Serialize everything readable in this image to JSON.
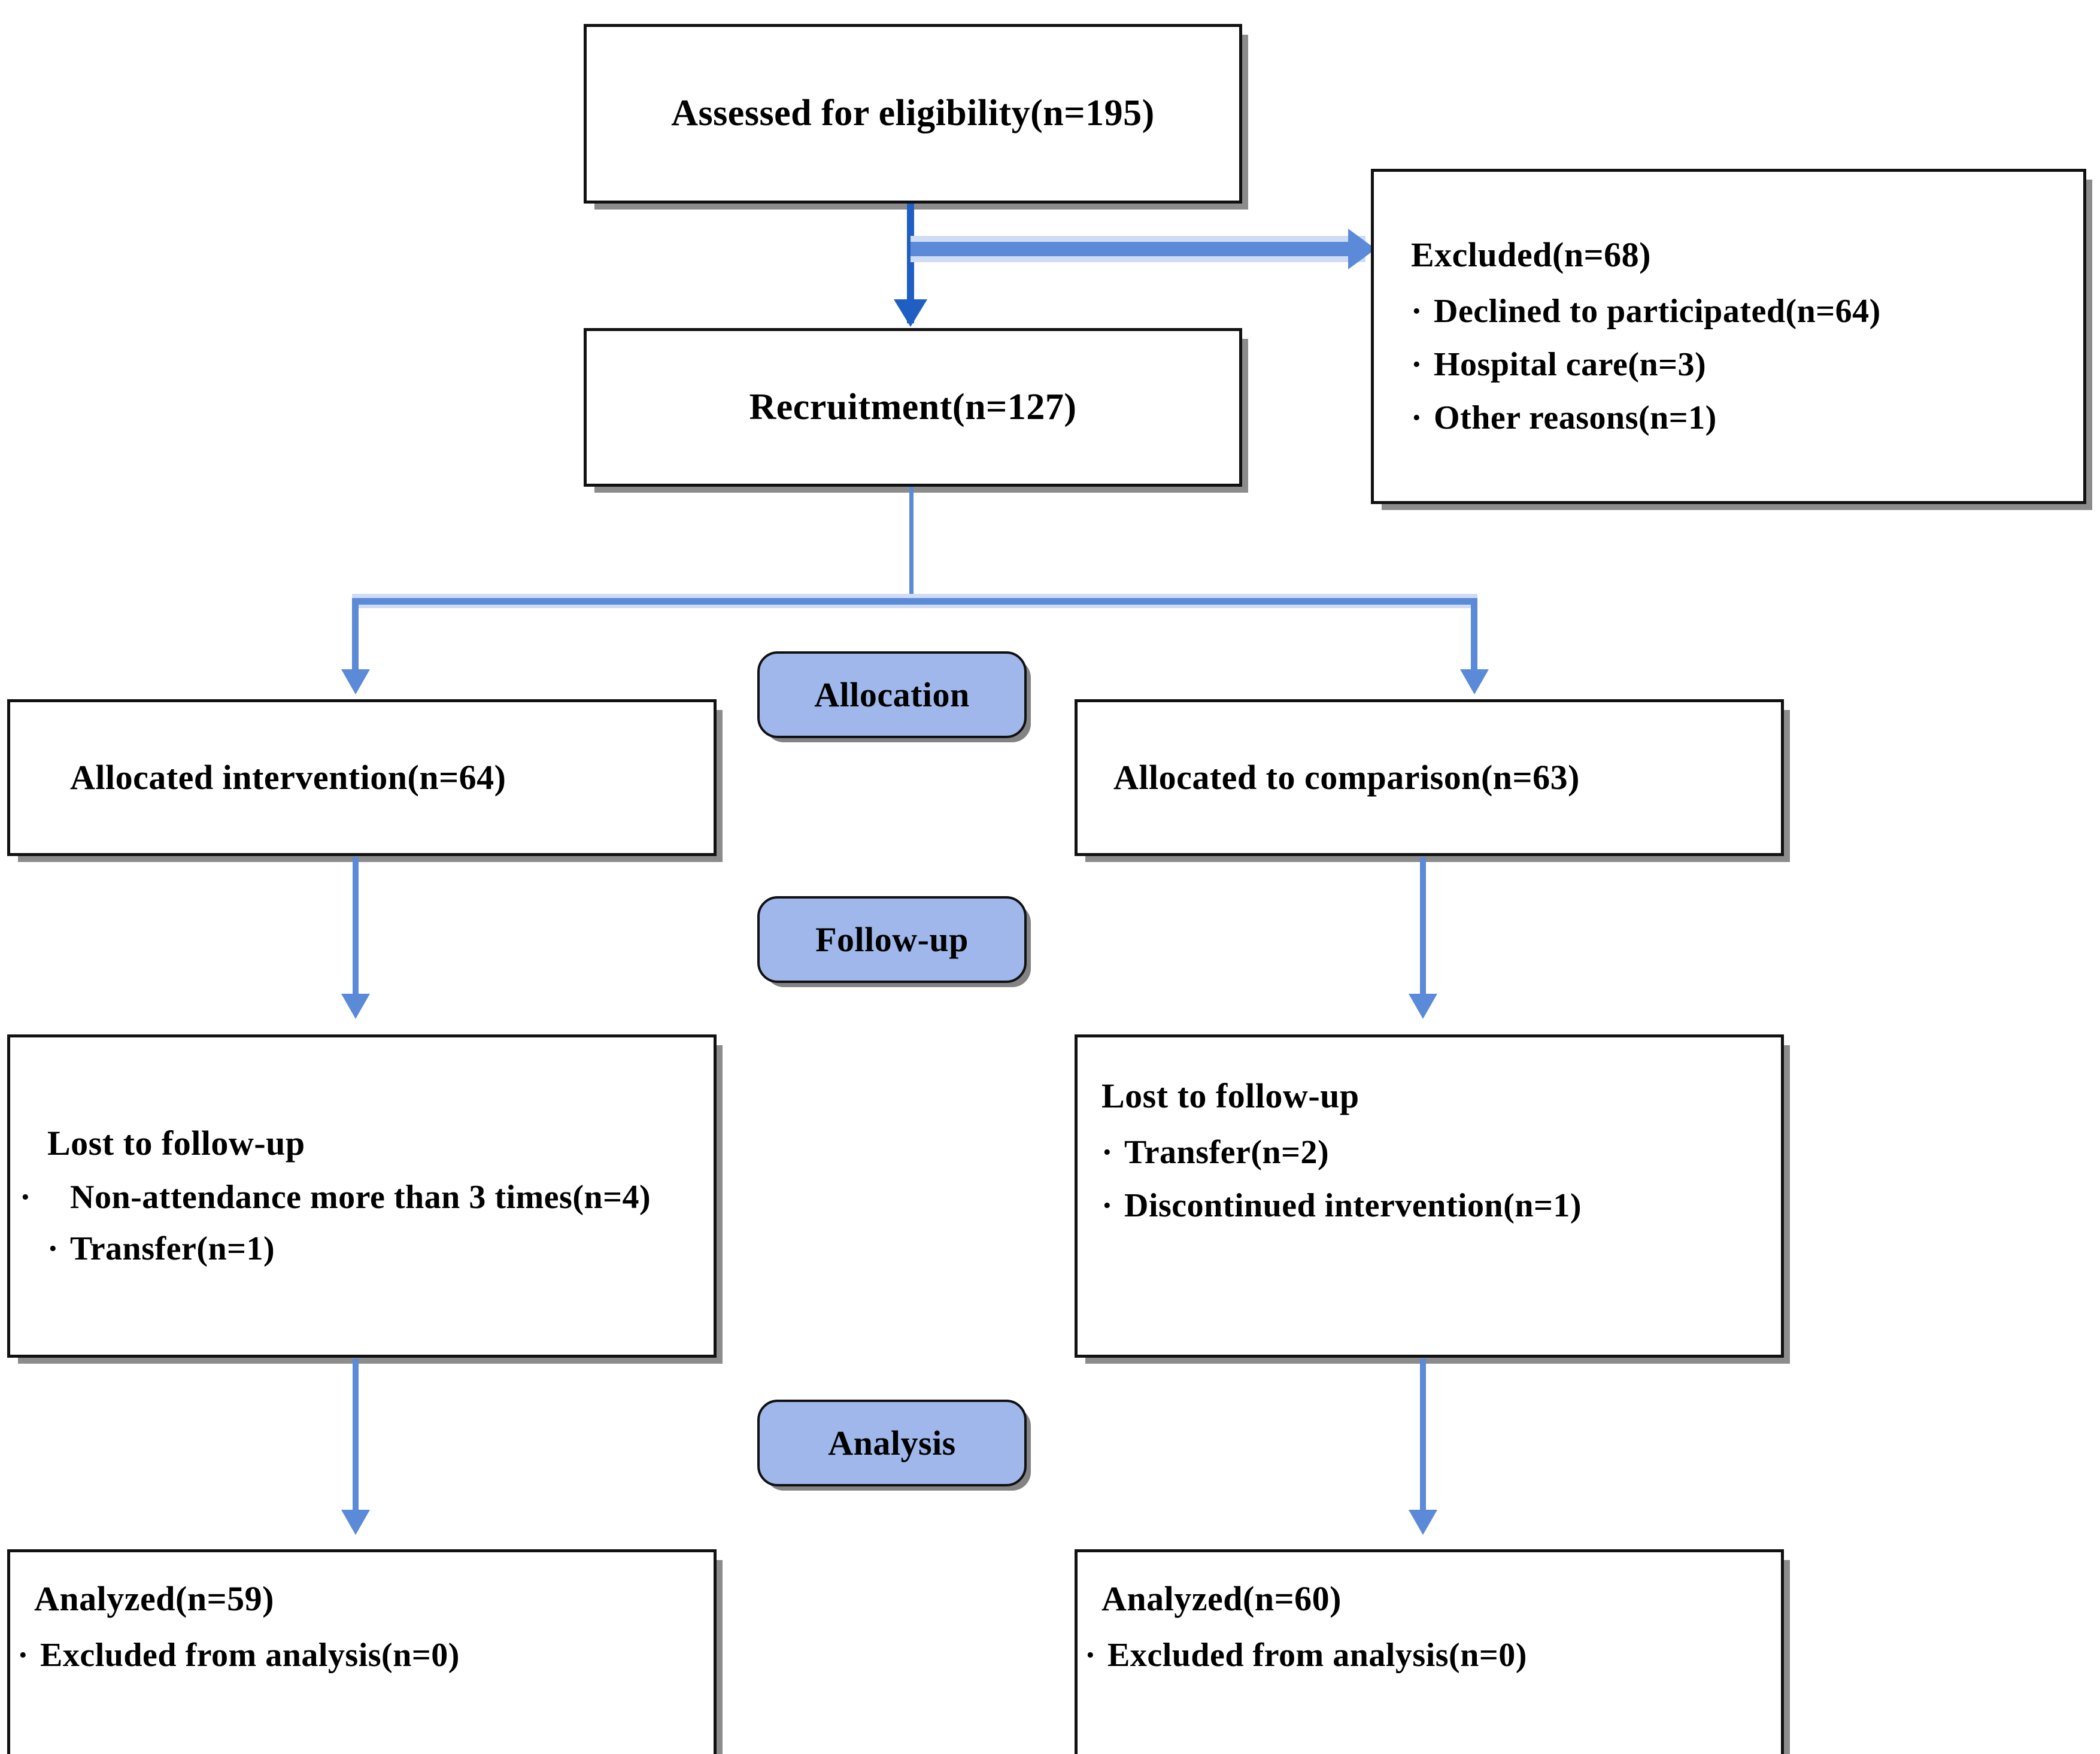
{
  "diagram": {
    "type": "consort-flow-diagram",
    "accent_color": "#5a8ad8",
    "arrow_color_primary": "#1f5fc4",
    "badge_fill": "#9fb7ea",
    "box_border_color": "#111111"
  },
  "nodes": {
    "assessed": {
      "label": "Assessed for eligibility(n=195)"
    },
    "excluded": {
      "title": "Excluded(n=68)",
      "items": [
        "Declined to participated(n=64)",
        "Hospital care(n=3)",
        "Other reasons(n=1)"
      ]
    },
    "recruitment": {
      "label": "Recruitment(n=127)"
    },
    "allocated_intervention": {
      "label": "Allocated intervention(n=64)"
    },
    "allocated_comparison": {
      "label": "Allocated to comparison(n=63)"
    },
    "lost_left": {
      "title": "Lost to follow-up",
      "items": [
        "Non-attendance more than 3 times(n=4)",
        "Transfer(n=1)"
      ]
    },
    "lost_right": {
      "title": "Lost to follow-up",
      "items": [
        "Transfer(n=2)",
        "Discontinued intervention(n=1)"
      ]
    },
    "analyzed_left": {
      "title": "Analyzed(n=59)",
      "items": [
        "Excluded from analysis(n=0)"
      ]
    },
    "analyzed_right": {
      "title": "Analyzed(n=60)",
      "items": [
        "Excluded from analysis(n=0)"
      ]
    }
  },
  "stage_badges": {
    "allocation": "Allocation",
    "followup": "Follow-up",
    "analysis": "Analysis"
  },
  "bullet_marker": "·"
}
